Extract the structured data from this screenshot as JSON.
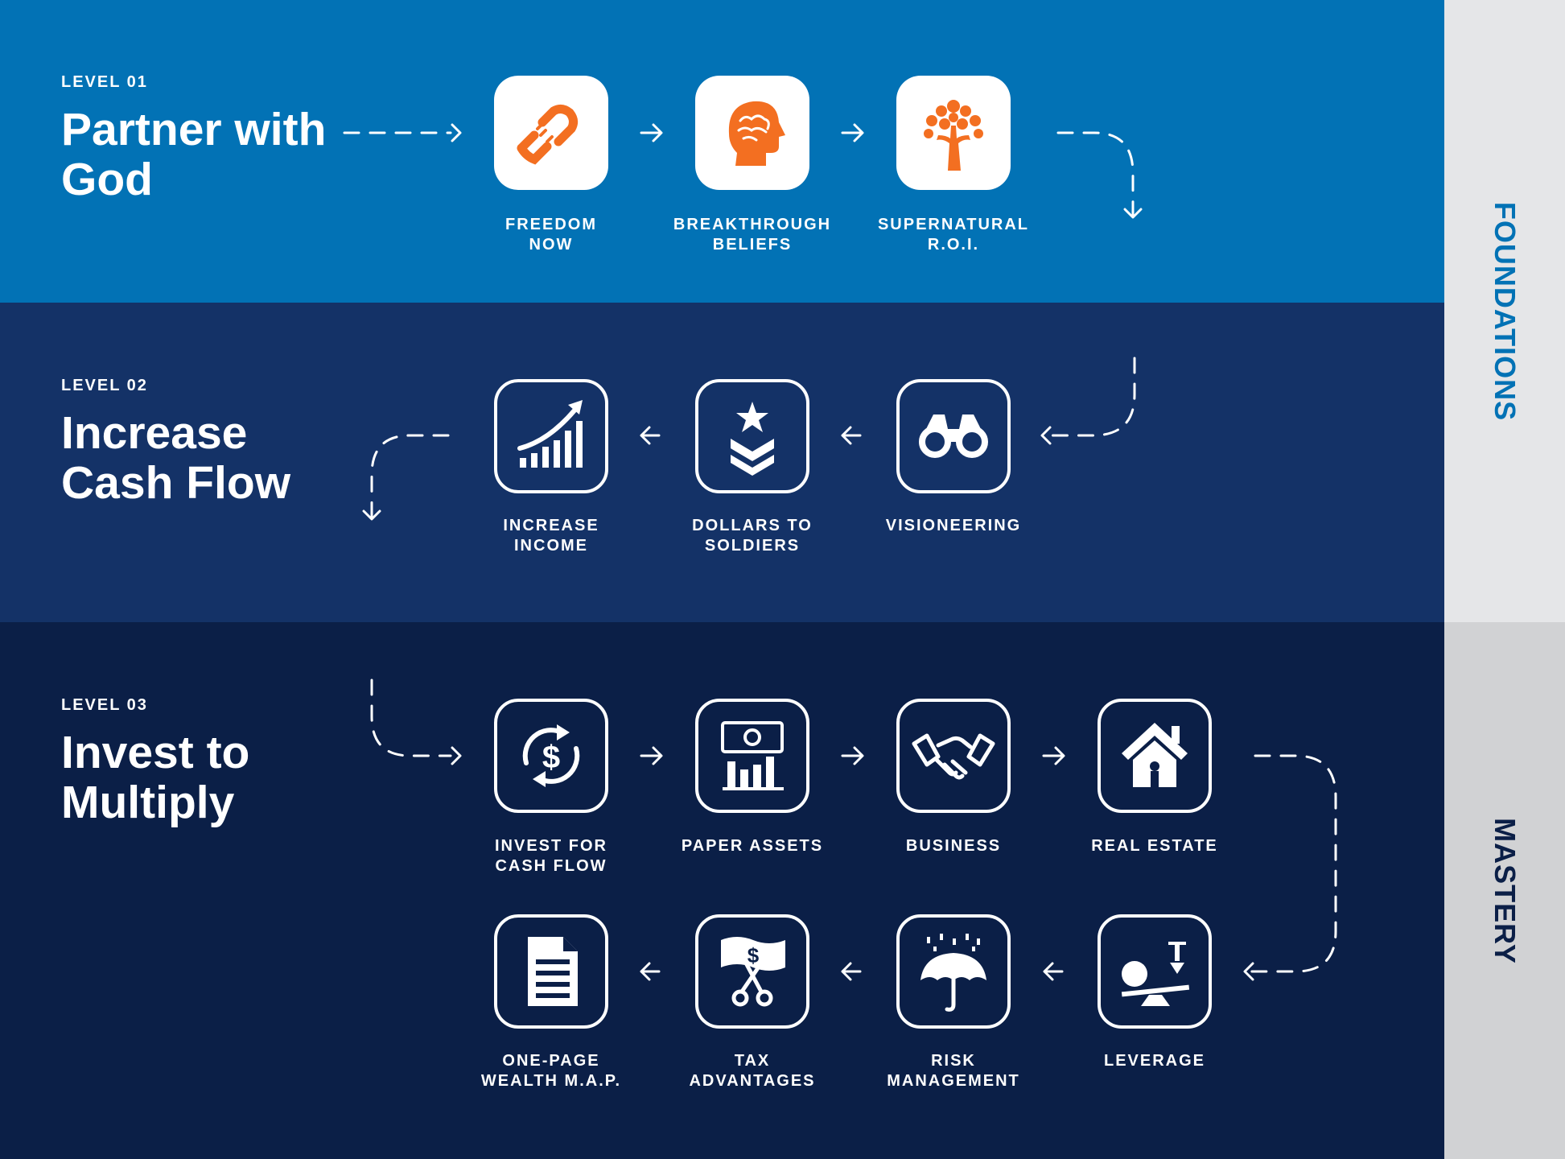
{
  "levels": [
    {
      "tag": "LEVEL 01",
      "title": "Partner with God"
    },
    {
      "tag": "LEVEL 02",
      "title": "Increase Cash Flow"
    },
    {
      "tag": "LEVEL 03",
      "title": "Invest to Multiply"
    }
  ],
  "sections": {
    "foundations": "FOUNDATIONS",
    "mastery": "MASTERY"
  },
  "steps": {
    "freedom_now": "FREEDOM\nNOW",
    "breakthrough_beliefs": "BREAKTHROUGH\nBELIEFS",
    "supernatural_roi": "SUPERNATURAL\nR.O.I.",
    "increase_income": "INCREASE\nINCOME",
    "dollars_to_soldiers": "DOLLARS TO\nSOLDIERS",
    "visioneering": "VISIONEERING",
    "invest_for_cash_flow": "INVEST FOR\nCASH FLOW",
    "paper_assets": "PAPER ASSETS",
    "business": "BUSINESS",
    "real_estate": "REAL ESTATE",
    "one_page_wealth_map": "ONE-PAGE\nWEALTH M.A.P.",
    "tax_advantages": "TAX\nADVANTAGES",
    "risk_management": "RISK\nMANAGEMENT",
    "leverage": "LEVERAGE"
  },
  "colors": {
    "level1_bg": "#0272b5",
    "level2_bg": "#143267",
    "level3_bg": "#0b1f47",
    "accent_orange": "#f36f21",
    "foundations_text": "#0272b5",
    "mastery_text": "#0b1f47"
  }
}
